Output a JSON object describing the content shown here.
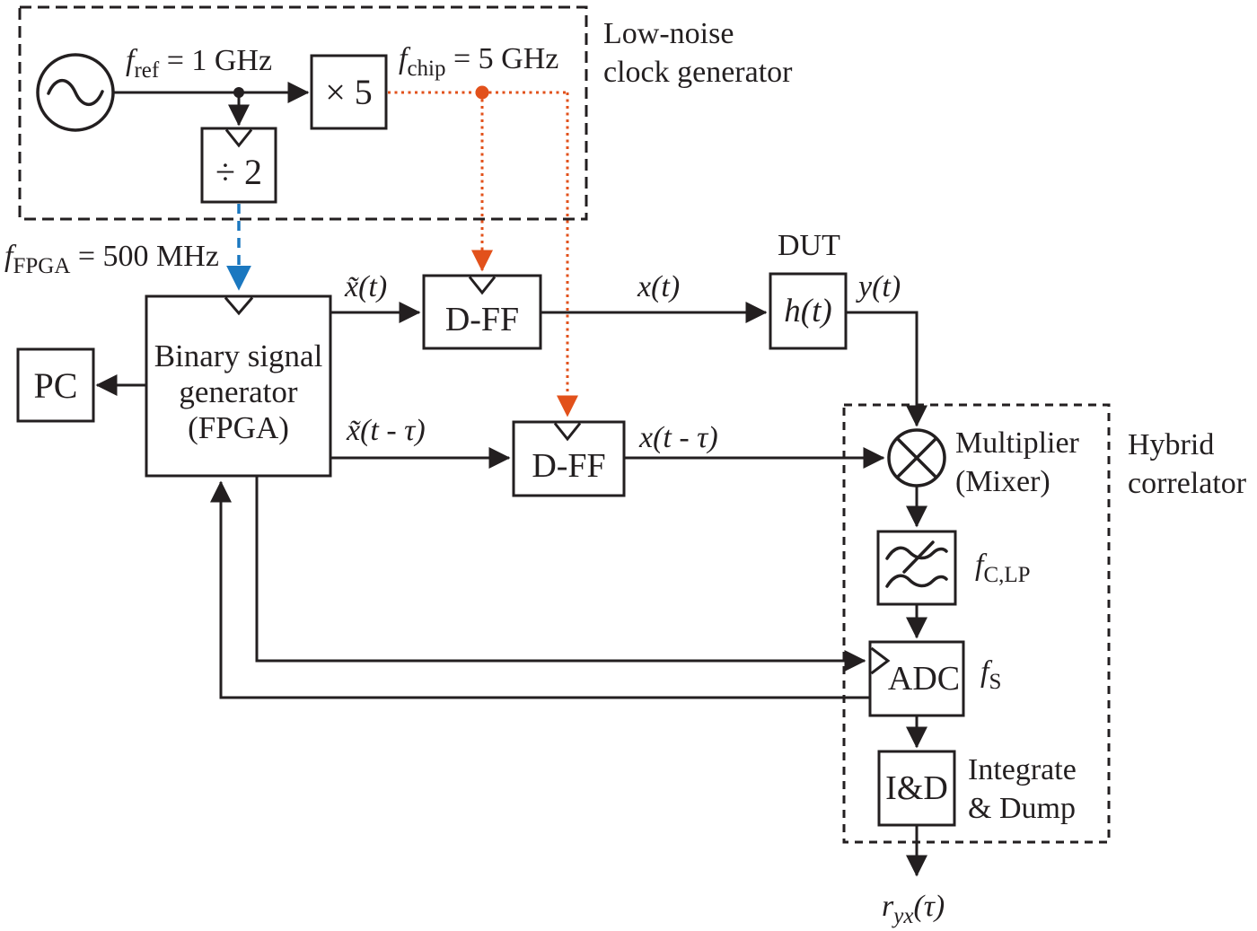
{
  "clock_generator": {
    "caption_line1": "Low-noise",
    "caption_line2": "clock generator",
    "f_ref": {
      "var": "f",
      "sub": "ref",
      "eq": " = 1 GHz"
    },
    "f_chip": {
      "var": "f",
      "sub": "chip",
      "eq": " = 5 GHz"
    },
    "multiplier_box_label": "× 5",
    "divider_box_label": "÷ 2"
  },
  "fpga": {
    "line1": "Binary signal",
    "line2": "generator",
    "line3": "(FPGA)",
    "f_fpga": {
      "var": "f",
      "sub": "FPGA",
      "eq": " = 500 MHz"
    }
  },
  "pc": {
    "label": "PC"
  },
  "dff1": {
    "label": "D-FF"
  },
  "dff2": {
    "label": "D-FF"
  },
  "dut": {
    "title": "DUT",
    "impulse_response": "h(t)"
  },
  "signals": {
    "x_tilde_t": "x̃(t)",
    "x_t": "x(t)",
    "y_t": "y(t)",
    "x_tilde_t_tau": "x̃(t - τ)",
    "x_t_tau": "x(t - τ)"
  },
  "correlator": {
    "caption_line1": "Hybrid",
    "caption_line2": "correlator",
    "mixer_line1": "Multiplier",
    "mixer_line2": "(Mixer)",
    "filter_label": {
      "var": "f",
      "sub": "C,LP"
    },
    "adc_label": "ADC",
    "adc_rate": {
      "var": "f",
      "sub": "S"
    },
    "integrate_box_label": "I&D",
    "integrate_line1": "Integrate",
    "integrate_line2": "& Dump"
  },
  "output": {
    "r_yx": {
      "var": "r",
      "sub": "yx",
      "post": "(τ)"
    }
  },
  "icons": {
    "oscillator": "sine-oscillator-icon",
    "mixer": "circle-x-multiplier-icon",
    "lowpass_filter": "crossed-wave-filter-icon",
    "clock_input": "chevron-notch-icon"
  },
  "colors": {
    "line": "#231f20",
    "chip_clock_orange": "#e2511b",
    "fpga_clock_blue": "#1b78c0",
    "background": "#ffffff"
  }
}
